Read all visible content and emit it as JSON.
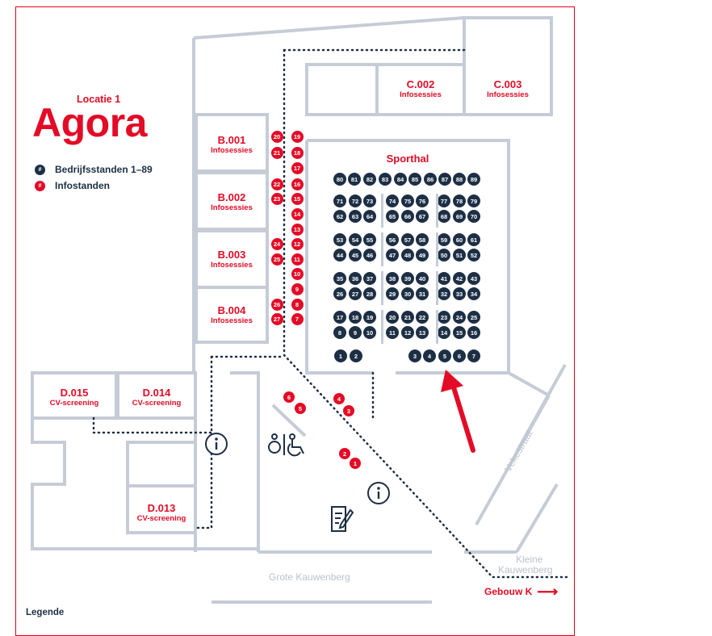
{
  "location": {
    "label": "Locatie 1",
    "title": "Agora"
  },
  "legend": [
    {
      "marker": "#",
      "label": "Bedrijfsstanden 1–89",
      "color": "#1d2f45"
    },
    {
      "marker": "#",
      "label": "Infostanden",
      "color": "#e30b26"
    }
  ],
  "legend_footer": "Legende",
  "rooms": [
    {
      "code": "C.002",
      "sub": "Infosessies"
    },
    {
      "code": "C.003",
      "sub": "Infosessies"
    },
    {
      "code": "B.001",
      "sub": "Infosessies"
    },
    {
      "code": "B.002",
      "sub": "Infosessies"
    },
    {
      "code": "B.003",
      "sub": "Infosessies"
    },
    {
      "code": "B.004",
      "sub": "Infosessies"
    },
    {
      "code": "D.015",
      "sub": "CV-screening"
    },
    {
      "code": "D.014",
      "sub": "CV-screening"
    },
    {
      "code": "D.013",
      "sub": "CV-screening"
    }
  ],
  "hall": {
    "name": "Sporthal"
  },
  "hall_rows": [
    [
      "80",
      "81",
      "82",
      "83",
      "84",
      "85",
      "86",
      "87",
      "88",
      "89"
    ],
    [
      "71",
      "72",
      "73",
      "74",
      "75",
      "76",
      "77",
      "78",
      "79"
    ],
    [
      "62",
      "63",
      "64",
      "65",
      "66",
      "67",
      "68",
      "69",
      "70"
    ],
    [
      "53",
      "54",
      "55",
      "56",
      "57",
      "58",
      "59",
      "60",
      "61"
    ],
    [
      "44",
      "45",
      "46",
      "47",
      "48",
      "49",
      "50",
      "51",
      "52"
    ],
    [
      "35",
      "36",
      "37",
      "38",
      "39",
      "40",
      "41",
      "42",
      "43"
    ],
    [
      "26",
      "27",
      "28",
      "29",
      "30",
      "31",
      "32",
      "33",
      "34"
    ],
    [
      "17",
      "18",
      "19",
      "20",
      "21",
      "22",
      "23",
      "24",
      "25"
    ],
    [
      "8",
      "9",
      "10",
      "11",
      "12",
      "13",
      "14",
      "15",
      "16"
    ]
  ],
  "hall_bottom": [
    "1",
    "2",
    "3",
    "4",
    "5",
    "6",
    "7"
  ],
  "corridor_right": [
    "19",
    "18",
    "17",
    "16",
    "15",
    "14",
    "13",
    "12",
    "11",
    "10",
    "9",
    "8",
    "7"
  ],
  "corridor_left": [
    "20",
    "21",
    "22",
    "23",
    "24",
    "25",
    "26",
    "27"
  ],
  "lobby_info": [
    "6",
    "5",
    "4",
    "3",
    "2",
    "1"
  ],
  "streets": {
    "grote": "Grote Kauwenberg",
    "kleine_1": "Kleine",
    "kleine_2": "Kauwenberg",
    "vekestraat": "Vekestraat"
  },
  "exit": {
    "label": "Gebouw K",
    "arrow": "⟶"
  },
  "icons": [
    "info-icon",
    "accessible-toilet-icon",
    "registration-icon",
    "pointer-arrow"
  ],
  "colors": {
    "brand_red": "#e30b26",
    "navy": "#1d2f45",
    "wall": "#c5ccd6"
  }
}
